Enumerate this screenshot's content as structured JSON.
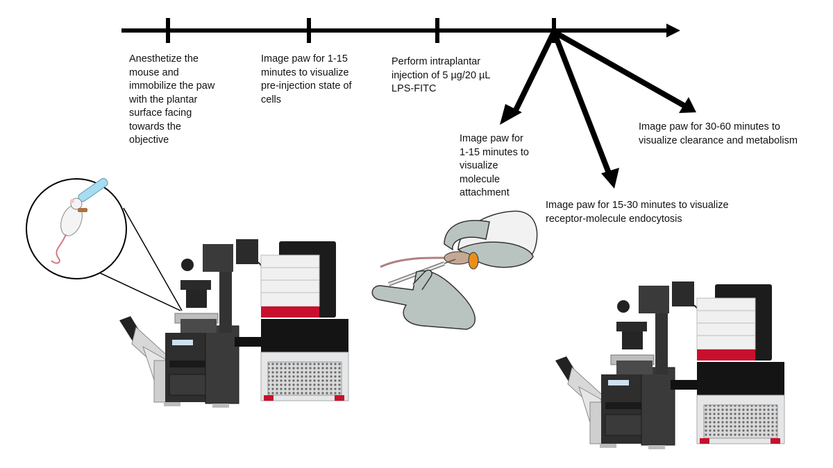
{
  "timeline": {
    "steps": [
      "Anesthetize the\nmouse and\nimmobilize the paw\nwith the plantar\nsurface facing\ntowards the\nobjective",
      "Image paw for 1-15\nminutes to visualize\npre-injection state of\ncells",
      "Perform intraplantar\ninjection of 5 µg/20 µL\nLPS-FITC"
    ],
    "branches": [
      "Image paw for\n1-15 minutes to\nvisualize\nmolecule\nattachment",
      "Image paw for 15-30 minutes to visualize\nreceptor-molecule endocytosis",
      "Image paw for 30-60 minutes to\nvisualize clearance and metabolism"
    ]
  },
  "colors": {
    "line": "#000000",
    "accent_red": "#c8102e",
    "glove": "#b9c4c1",
    "instrument_dark": "#2b2b2b",
    "panel_light": "#e4e6e8"
  }
}
